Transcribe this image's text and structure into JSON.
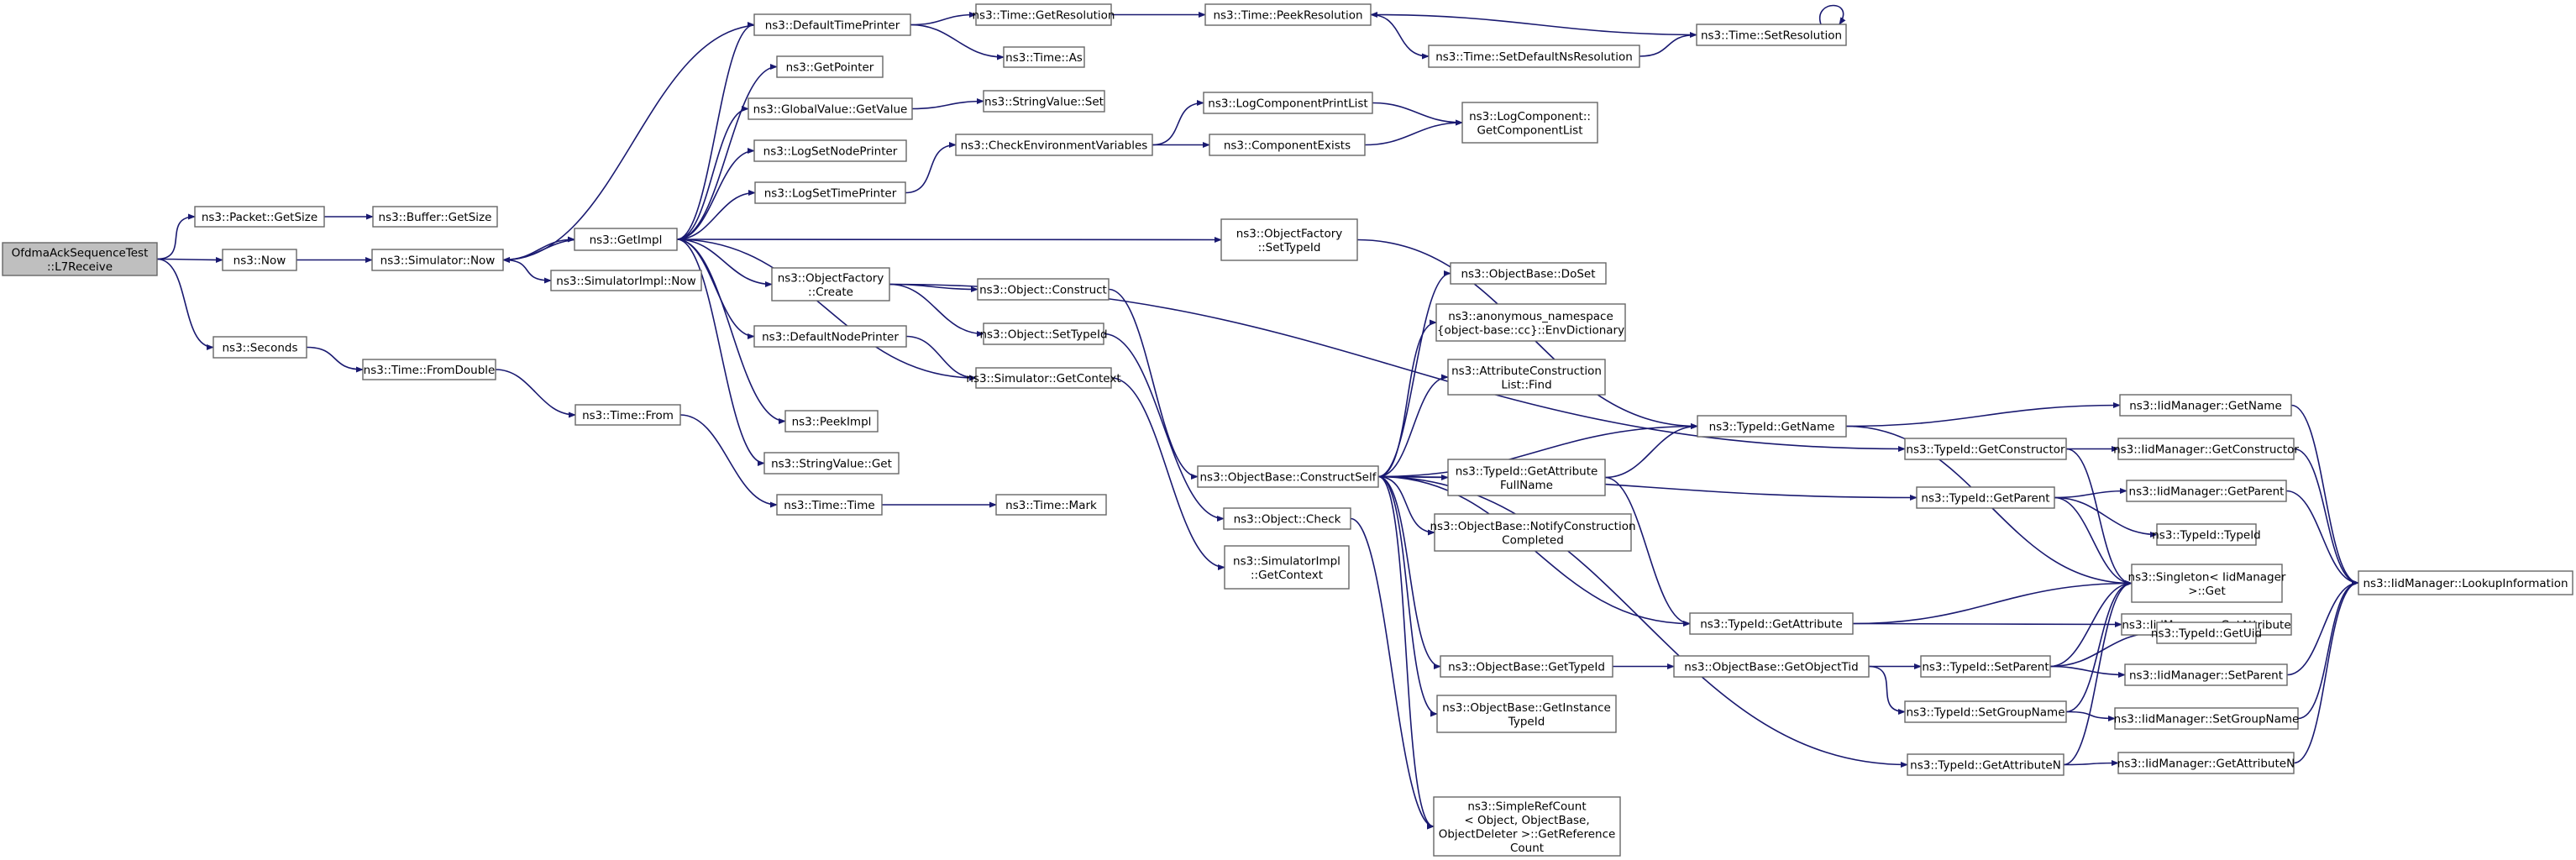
{
  "colors": {
    "edge": "#191970",
    "root_fill": "#bfbfbf",
    "node_border": "#666666"
  },
  "nodes": [
    {
      "id": "root",
      "lines": [
        "OfdmaAckSequenceTest",
        "::L7Receive"
      ]
    },
    {
      "id": "packetgetsize",
      "lines": [
        "ns3::Packet::GetSize"
      ]
    },
    {
      "id": "buffergetsize",
      "lines": [
        "ns3::Buffer::GetSize"
      ]
    },
    {
      "id": "now",
      "lines": [
        "ns3::Now"
      ]
    },
    {
      "id": "simnow",
      "lines": [
        "ns3::Simulator::Now"
      ]
    },
    {
      "id": "getimpl",
      "lines": [
        "ns3::GetImpl"
      ]
    },
    {
      "id": "simimplnow",
      "lines": [
        "ns3::SimulatorImpl::Now"
      ]
    },
    {
      "id": "seconds",
      "lines": [
        "ns3::Seconds"
      ]
    },
    {
      "id": "fromdouble",
      "lines": [
        "ns3::Time::FromDouble"
      ]
    },
    {
      "id": "from",
      "lines": [
        "ns3::Time::From"
      ]
    },
    {
      "id": "timetime",
      "lines": [
        "ns3::Time::Time"
      ]
    },
    {
      "id": "mark",
      "lines": [
        "ns3::Time::Mark"
      ]
    },
    {
      "id": "deftimeprinter",
      "lines": [
        "ns3::DefaultTimePrinter"
      ]
    },
    {
      "id": "getpointer",
      "lines": [
        "ns3::GetPointer"
      ]
    },
    {
      "id": "gvgetvalue",
      "lines": [
        "ns3::GlobalValue::GetValue"
      ]
    },
    {
      "id": "logsetnode",
      "lines": [
        "ns3::LogSetNodePrinter"
      ]
    },
    {
      "id": "logsettime",
      "lines": [
        "ns3::LogSetTimePrinter"
      ]
    },
    {
      "id": "ofcreate",
      "lines": [
        "ns3::ObjectFactory",
        "::Create"
      ]
    },
    {
      "id": "defnodeprinter",
      "lines": [
        "ns3::DefaultNodePrinter"
      ]
    },
    {
      "id": "peekimpl",
      "lines": [
        "ns3::PeekImpl"
      ]
    },
    {
      "id": "svget",
      "lines": [
        "ns3::StringValue::Get"
      ]
    },
    {
      "id": "getres",
      "lines": [
        "ns3::Time::GetResolution"
      ]
    },
    {
      "id": "timeas",
      "lines": [
        "ns3::Time::As"
      ]
    },
    {
      "id": "svset",
      "lines": [
        "ns3::StringValue::Set"
      ]
    },
    {
      "id": "checkenv",
      "lines": [
        "ns3::CheckEnvironmentVariables"
      ]
    },
    {
      "id": "objconstruct",
      "lines": [
        "ns3::Object::Construct"
      ]
    },
    {
      "id": "objsettypeid",
      "lines": [
        "ns3::Object::SetTypeId"
      ]
    },
    {
      "id": "simgetctx",
      "lines": [
        "ns3::Simulator::GetContext"
      ]
    },
    {
      "id": "peekres",
      "lines": [
        "ns3::Time::PeekResolution"
      ]
    },
    {
      "id": "setdefns",
      "lines": [
        "ns3::Time::SetDefaultNsResolution"
      ]
    },
    {
      "id": "setres",
      "lines": [
        "ns3::Time::SetResolution"
      ]
    },
    {
      "id": "logprintlist",
      "lines": [
        "ns3::LogComponentPrintList"
      ]
    },
    {
      "id": "compexists",
      "lines": [
        "ns3::ComponentExists"
      ]
    },
    {
      "id": "getcomplist",
      "lines": [
        "ns3::LogComponent::",
        "GetComponentList"
      ]
    },
    {
      "id": "ofsettypeid",
      "lines": [
        "ns3::ObjectFactory",
        "::SetTypeId"
      ]
    },
    {
      "id": "constructself",
      "lines": [
        "ns3::ObjectBase::ConstructSelf"
      ]
    },
    {
      "id": "objcheck",
      "lines": [
        "ns3::Object::Check"
      ]
    },
    {
      "id": "simimplctx",
      "lines": [
        "ns3::SimulatorImpl",
        "::GetContext"
      ]
    },
    {
      "id": "doset",
      "lines": [
        "ns3::ObjectBase::DoSet"
      ]
    },
    {
      "id": "envdict",
      "lines": [
        "ns3::anonymous_namespace",
        "{object-base::cc}::EnvDictionary"
      ]
    },
    {
      "id": "aclfind",
      "lines": [
        "ns3::AttributeConstruction",
        "List::Find"
      ]
    },
    {
      "id": "getattrfull",
      "lines": [
        "ns3::TypeId::GetAttribute",
        "FullName"
      ]
    },
    {
      "id": "notifyconst",
      "lines": [
        "ns3::ObjectBase::NotifyConstruction",
        "Completed"
      ]
    },
    {
      "id": "obgettypeid",
      "lines": [
        "ns3::ObjectBase::GetTypeId"
      ]
    },
    {
      "id": "getinsttypeid",
      "lines": [
        "ns3::ObjectBase::GetInstance",
        "TypeId"
      ]
    },
    {
      "id": "refcount",
      "lines": [
        "ns3::SimpleRefCount",
        "< Object, ObjectBase,",
        "ObjectDeleter >::GetReference",
        "Count"
      ]
    },
    {
      "id": "tidgetname",
      "lines": [
        "ns3::TypeId::GetName"
      ]
    },
    {
      "id": "tidgetattr",
      "lines": [
        "ns3::TypeId::GetAttribute"
      ]
    },
    {
      "id": "getobjtid",
      "lines": [
        "ns3::ObjectBase::GetObjectTid"
      ]
    },
    {
      "id": "tidgetctor",
      "lines": [
        "ns3::TypeId::GetConstructor"
      ]
    },
    {
      "id": "tidgetparent",
      "lines": [
        "ns3::TypeId::GetParent"
      ]
    },
    {
      "id": "tidsetparent",
      "lines": [
        "ns3::TypeId::SetParent"
      ]
    },
    {
      "id": "tidsetgroup",
      "lines": [
        "ns3::TypeId::SetGroupName"
      ]
    },
    {
      "id": "tidgetattrn",
      "lines": [
        "ns3::TypeId::GetAttributeN"
      ]
    },
    {
      "id": "imgetname",
      "lines": [
        "ns3::IidManager::GetName"
      ]
    },
    {
      "id": "imgetctor",
      "lines": [
        "ns3::IidManager::GetConstructor"
      ]
    },
    {
      "id": "imgetparent",
      "lines": [
        "ns3::IidManager::GetParent"
      ]
    },
    {
      "id": "tidtypeid",
      "lines": [
        "ns3::TypeId::TypeId"
      ]
    },
    {
      "id": "singleton",
      "lines": [
        "ns3::Singleton< IidManager",
        ">::Get"
      ]
    },
    {
      "id": "imgetattr",
      "lines": [
        "ns3::IidManager::GetAttribute"
      ]
    },
    {
      "id": "tidgetuid",
      "lines": [
        "ns3::TypeId::GetUid"
      ]
    },
    {
      "id": "imsetparent",
      "lines": [
        "ns3::IidManager::SetParent"
      ]
    },
    {
      "id": "imsetgroup",
      "lines": [
        "ns3::IidManager::SetGroupName"
      ]
    },
    {
      "id": "imgetattrn",
      "lines": [
        "ns3::IidManager::GetAttributeN"
      ]
    },
    {
      "id": "lookup",
      "lines": [
        "ns3::IidManager::LookupInformation"
      ]
    }
  ],
  "edges": [
    [
      "root",
      "packetgetsize"
    ],
    [
      "root",
      "now"
    ],
    [
      "root",
      "seconds"
    ],
    [
      "packetgetsize",
      "buffergetsize"
    ],
    [
      "now",
      "simnow"
    ],
    [
      "simnow",
      "getimpl"
    ],
    [
      "simnow",
      "simimplnow"
    ],
    [
      "seconds",
      "fromdouble"
    ],
    [
      "fromdouble",
      "from"
    ],
    [
      "from",
      "timetime"
    ],
    [
      "timetime",
      "mark"
    ],
    [
      "getimpl",
      "simnow"
    ],
    [
      "getimpl",
      "deftimeprinter"
    ],
    [
      "getimpl",
      "getpointer"
    ],
    [
      "getimpl",
      "gvgetvalue"
    ],
    [
      "getimpl",
      "logsetnode"
    ],
    [
      "getimpl",
      "logsettime"
    ],
    [
      "getimpl",
      "ofcreate"
    ],
    [
      "getimpl",
      "defnodeprinter"
    ],
    [
      "getimpl",
      "peekimpl"
    ],
    [
      "getimpl",
      "svget"
    ],
    [
      "getimpl",
      "simgetctx"
    ],
    [
      "getimpl",
      "ofsettypeid"
    ],
    [
      "deftimeprinter",
      "simnow"
    ],
    [
      "deftimeprinter",
      "getres"
    ],
    [
      "deftimeprinter",
      "timeas"
    ],
    [
      "gvgetvalue",
      "svset"
    ],
    [
      "logsettime",
      "checkenv"
    ],
    [
      "checkenv",
      "logprintlist"
    ],
    [
      "checkenv",
      "compexists"
    ],
    [
      "logprintlist",
      "getcomplist"
    ],
    [
      "compexists",
      "getcomplist"
    ],
    [
      "getres",
      "peekres"
    ],
    [
      "peekres",
      "setdefns"
    ],
    [
      "setdefns",
      "setres"
    ],
    [
      "setres",
      "peekres"
    ],
    [
      "setres",
      "setres"
    ],
    [
      "ofcreate",
      "objconstruct"
    ],
    [
      "ofcreate",
      "objsettypeid"
    ],
    [
      "ofcreate",
      "tidgetctor"
    ],
    [
      "defnodeprinter",
      "simgetctx"
    ],
    [
      "simgetctx",
      "simimplctx"
    ],
    [
      "objconstruct",
      "constructself"
    ],
    [
      "objsettypeid",
      "objcheck"
    ],
    [
      "ofsettypeid",
      "tidgetname"
    ],
    [
      "constructself",
      "doset"
    ],
    [
      "constructself",
      "envdict"
    ],
    [
      "constructself",
      "aclfind"
    ],
    [
      "constructself",
      "getattrfull"
    ],
    [
      "constructself",
      "notifyconst"
    ],
    [
      "constructself",
      "obgettypeid"
    ],
    [
      "constructself",
      "getinsttypeid"
    ],
    [
      "constructself",
      "refcount"
    ],
    [
      "constructself",
      "tidgetname"
    ],
    [
      "constructself",
      "tidgetattr"
    ],
    [
      "constructself",
      "tidgetparent"
    ],
    [
      "constructself",
      "tidgetattrn"
    ],
    [
      "objcheck",
      "refcount"
    ],
    [
      "getattrfull",
      "tidgetname"
    ],
    [
      "getattrfull",
      "tidgetattr"
    ],
    [
      "obgettypeid",
      "getobjtid"
    ],
    [
      "getobjtid",
      "tidsetparent"
    ],
    [
      "getobjtid",
      "tidsetgroup"
    ],
    [
      "tidgetname",
      "imgetname"
    ],
    [
      "tidgetname",
      "singleton"
    ],
    [
      "tidgetattr",
      "imgetattr"
    ],
    [
      "tidgetattr",
      "singleton"
    ],
    [
      "tidgetctor",
      "imgetctor"
    ],
    [
      "tidgetctor",
      "singleton"
    ],
    [
      "tidgetparent",
      "imgetparent"
    ],
    [
      "tidgetparent",
      "tidtypeid"
    ],
    [
      "tidgetparent",
      "singleton"
    ],
    [
      "tidsetparent",
      "tidgetuid"
    ],
    [
      "tidsetparent",
      "imsetparent"
    ],
    [
      "tidsetparent",
      "singleton"
    ],
    [
      "tidsetgroup",
      "imsetgroup"
    ],
    [
      "tidsetgroup",
      "singleton"
    ],
    [
      "tidgetattrn",
      "imgetattrn"
    ],
    [
      "tidgetattrn",
      "singleton"
    ],
    [
      "imgetname",
      "lookup"
    ],
    [
      "imgetctor",
      "lookup"
    ],
    [
      "imgetparent",
      "lookup"
    ],
    [
      "imsetparent",
      "lookup"
    ],
    [
      "imsetgroup",
      "lookup"
    ],
    [
      "imgetattrn",
      "lookup"
    ]
  ]
}
